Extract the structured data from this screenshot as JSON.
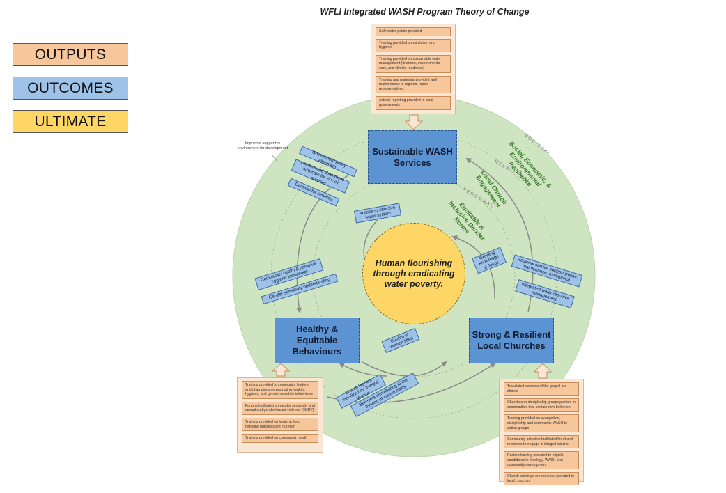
{
  "title": "WFLI Integrated WASH Program Theory of Change",
  "legend": {
    "outputs": "OUTPUTS",
    "outcomes": "OUTCOMES",
    "ultimate": "ULTIMATE"
  },
  "colors": {
    "outputs": "#f7c79b",
    "outcomes": "#9fc3e8",
    "ultimate": "#fdd665",
    "outer_circle": "#cfe5c2",
    "core_box": "#5b93d3",
    "ring_label": "#3a7a2a"
  },
  "center": {
    "text": "Human flourishing through eradicating water poverty."
  },
  "core_outcomes": {
    "wash": "Sustainable WASH Services",
    "behaviours": "Healthy & Equitable Behaviours",
    "churches": "Strong & Resilient Local Churches"
  },
  "levels": {
    "societal": "SOCIETAL",
    "relational": "RELATIONAL",
    "personal": "PERSONAL"
  },
  "ring_labels": {
    "societal": "Social, Economic, & Environmental Resilience",
    "relational": "Local Church Engagement",
    "personal": "Equitable & Inclusive Gender Norms"
  },
  "supportive_note": "Improved supportive environment for development",
  "intermediate": {
    "government_policy": "Government policy alignment",
    "leaders_champions": "Leaders and champions advocate for WASH services",
    "demand": "Demand for services",
    "access_water": "Access to effective water system",
    "community_health": "Community health & personal hygiene knowledge",
    "gender_sensitivity": "Gender sensitivity understanding",
    "burden_women": "Burden of women lifted",
    "growing_knowledge": "Growing knowledge of Jesus",
    "regional_service": "Regional service support (repair, maintenance, monitoring)",
    "integrated_water": "Integrated water resource management",
    "church_leaders": "Church leaders mobilized for Integral Mission",
    "believers": "Believers contributing to the thriving of communities"
  },
  "outputs": {
    "wash": [
      "Safe water points provided",
      "Training provided on sanitation and hygiene",
      "Training  provided on sustainable water management (finances, environmental care, and climate readiness)",
      "Training and materials provided well maintenance to regional repair representatives",
      "Activity reporting provided to local governments"
    ],
    "behaviours": [
      "Training provided to community leaders and champions on promoting healthy, hygienic, and gender-sensitive behaviours",
      "Forums facilitated on gender sensitivity and sexual and gender-based violence (SGBV)",
      "Training provided on hygienic food handling practices and nutrition",
      "Training provided on community health"
    ],
    "churches": [
      "Translated versions of the gospel are shared",
      "Churches or discipleship groups planted in communities that contain new believers",
      "Training provided on evangelism, discipleship and community WASH to action groups",
      "Community activities facilitated for church members to engage in integral mission",
      "Pastors training provided to eligible candidates in theology, WASH and community development",
      "Church buildings or resources provided to local churches"
    ]
  }
}
